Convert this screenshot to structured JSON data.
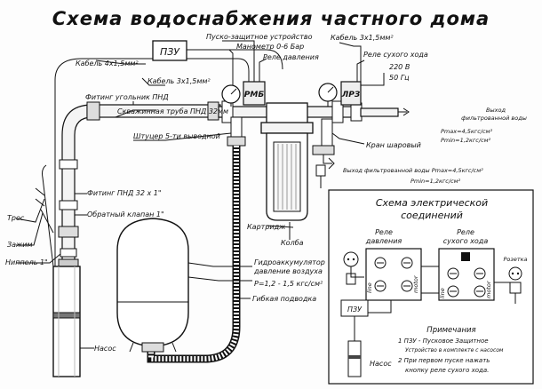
{
  "title": "Схема водоснабжения частного дома",
  "labels": {
    "pzu": "ПЗУ",
    "cable_4x15": "Кабель 4х1,5мм²",
    "cable_3x15_a": "Кабель 3х1,5мм²",
    "pusk": "Пуско-защитное устройство",
    "manometer": "Манометр 0-6 Бар",
    "rele_davl": "Реле давления",
    "cable_3x15_b": "Кабель 3х1,5мм²",
    "rele_sux": "Реле сухого хода",
    "volt": "220 В",
    "hz": "50 Гц",
    "fiting_ugol": "Фитинг угольник ПНД",
    "truba": "Скважинная труба ПНД 32мм",
    "shtucer": "Штуцер 5-ти выводной",
    "kran": "Кран шаровый",
    "vyhod1_a": "Выход",
    "vyhod1_b": "фильтрованной воды",
    "pmax1": "Рmax=4,5кгс/см²",
    "pmin1": "Рmin=1,2кгс/см²",
    "vyhod2": "Выход фильтрованной воды Рmax=4,5кгс/см²",
    "pmin2": "Рmin=1,2кгс/см²",
    "fiting_pnd": "Фитинг ПНД 32 х 1\"",
    "obratny": "Обратный клапан 1\"",
    "tros": "Трос",
    "zazhim": "Зажим",
    "nippel": "Ниппель 1\"",
    "nasos": "Насос",
    "kartridzh": "Картридж",
    "kolba": "Колба",
    "gidro_a": "Гидроаккумулятор",
    "gidro_b": "давление воздуха",
    "gidro_p": "Р=1,2 - 1,5 кгс/см²",
    "gibkaya": "Гибкая подводка",
    "rb": "РМБ",
    "lrz": "ЛРЗ"
  },
  "electric": {
    "title_a": "Схема электрической",
    "title_b": "соединений",
    "rele_davl_a": "Реле",
    "rele_davl_b": "давления",
    "rele_sux_a": "Реле",
    "rele_sux_b": "сухого хода",
    "rozetka": "Розетка",
    "line": "line",
    "motor": "motor",
    "pzu": "ПЗУ",
    "nasos": "Насос",
    "note_title": "Примечания",
    "note1_a": "1 ПЗУ - Пусковое Защитное",
    "note1_b": "Устройство в комплекте с насосом",
    "note2_a": "2 При первом пуске нажать",
    "note2_b": "кнопку реле сухого хода."
  }
}
